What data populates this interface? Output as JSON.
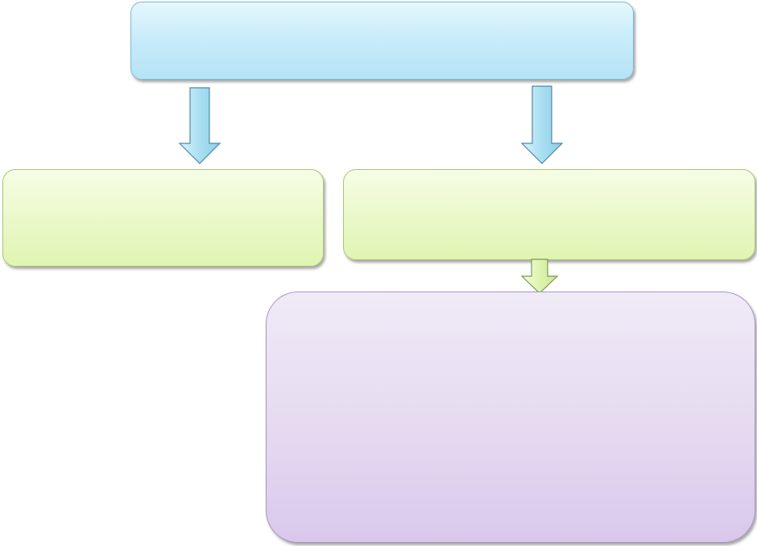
{
  "diagram": {
    "nodes": {
      "top": {
        "text": ""
      },
      "left": {
        "text": ""
      },
      "right": {
        "text": ""
      },
      "bottom": {
        "text": ""
      }
    },
    "edges": [
      {
        "from": "top",
        "to": "left"
      },
      {
        "from": "top",
        "to": "right"
      },
      {
        "from": "right",
        "to": "bottom"
      }
    ],
    "colors": {
      "top_fill": "#c9ecfa",
      "top_border": "#7fb9cc",
      "middle_fill": "#eaf8c8",
      "middle_border": "#a9c778",
      "bottom_fill": "#e6dcf1",
      "bottom_border": "#a894c2",
      "arrow_blue": "#a9def1",
      "arrow_green": "#dff4b0"
    }
  }
}
